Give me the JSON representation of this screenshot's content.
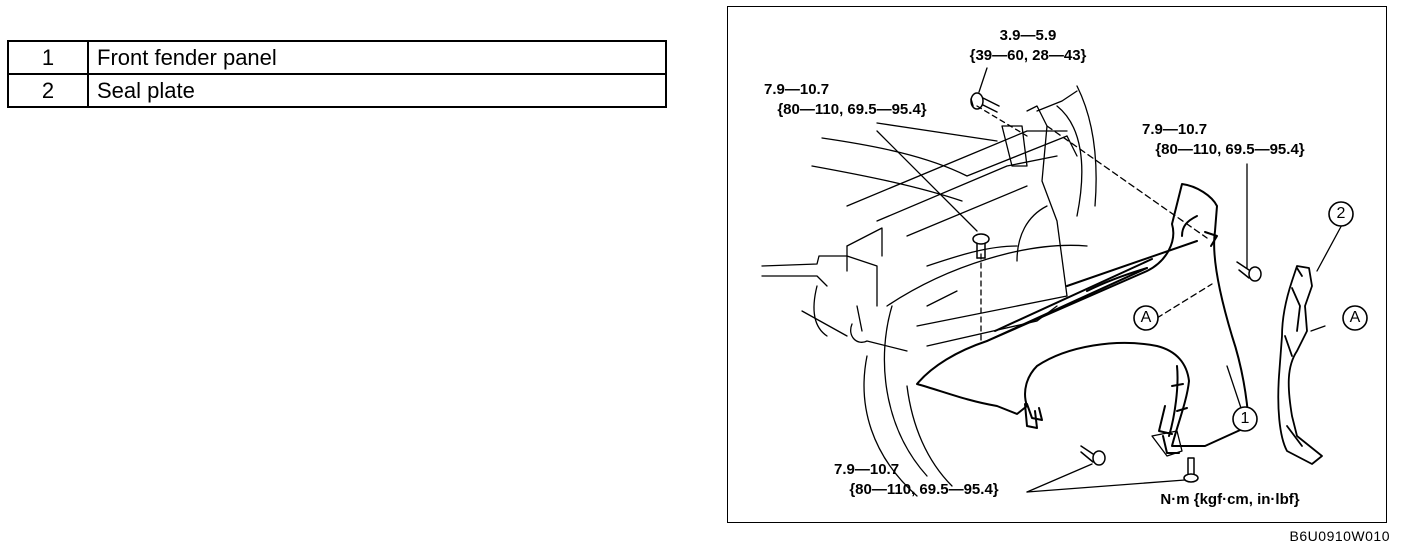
{
  "parts": [
    {
      "number": "1",
      "name": "Front fender panel"
    },
    {
      "number": "2",
      "name": "Seal plate"
    }
  ],
  "diagram": {
    "torque_top": {
      "line1": "3.9—5.9",
      "line2": "{39—60, 28—43}"
    },
    "torque_upper_left": {
      "line1": "7.9—10.7",
      "line2": "{80—110, 69.5—95.4}"
    },
    "torque_upper_right": {
      "line1": "7.9—10.7",
      "line2": "{80—110, 69.5—95.4}"
    },
    "torque_bottom": {
      "line1": "7.9—10.7",
      "line2": "{80—110, 69.5—95.4}"
    },
    "unit": "N·m {kgf·cm, in·lbf}",
    "label_a": "A",
    "label_1": "1",
    "label_2": "2"
  },
  "figure_code": "B6U0910W010"
}
